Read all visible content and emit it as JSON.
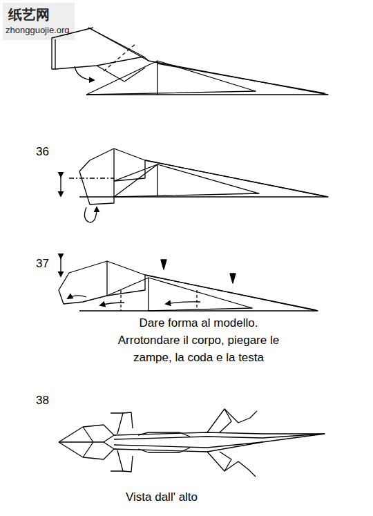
{
  "diagram": {
    "labels": [
      "纸艺网",
      "zhongguojie.org",
      "36",
      "37",
      "Dare forma al modello. Arrotondare il corpo, piegare le zampe, la coda e la testa",
      "38",
      "Vista dall' alto"
    ]
  }
}
